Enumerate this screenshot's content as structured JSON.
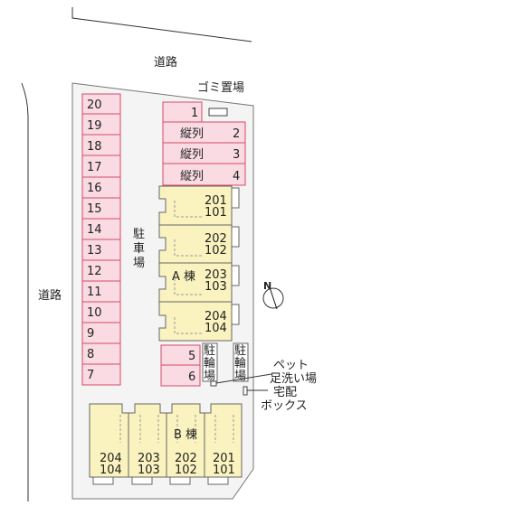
{
  "roads": {
    "top_label": "道路",
    "left_label": "道路"
  },
  "garbage_area": {
    "label": "ゴミ置場"
  },
  "parking": {
    "vertical_label": [
      "駐",
      "車",
      "場"
    ],
    "left_column": [
      "20",
      "19",
      "18",
      "17",
      "16",
      "15",
      "14",
      "13",
      "12",
      "11",
      "10",
      "9",
      "8",
      "7"
    ],
    "top_spaces": [
      {
        "text": "",
        "num": "1"
      },
      {
        "text": "縦列",
        "num": "2"
      },
      {
        "text": "縦列",
        "num": "3"
      },
      {
        "text": "縦列",
        "num": "4"
      }
    ],
    "lower_spaces": [
      "5",
      "6"
    ]
  },
  "building_a": {
    "name": "A 棟",
    "units": [
      {
        "top": "201",
        "bottom": "101"
      },
      {
        "top": "202",
        "bottom": "102"
      },
      {
        "top": "203",
        "bottom": "103"
      },
      {
        "top": "204",
        "bottom": "104"
      }
    ]
  },
  "building_b": {
    "name": "B 棟",
    "units": [
      {
        "top": "204",
        "bottom": "104"
      },
      {
        "top": "203",
        "bottom": "103"
      },
      {
        "top": "202",
        "bottom": "102"
      },
      {
        "top": "201",
        "bottom": "101"
      }
    ]
  },
  "bicycle_parking": {
    "chars": [
      "駐",
      "輪",
      "場"
    ]
  },
  "pet_wash": {
    "line1": "ペット",
    "line2": "足洗い場"
  },
  "delivery_box": {
    "line1": "宅配",
    "line2": "ボックス"
  },
  "compass": {
    "label": "N"
  },
  "colors": {
    "parking_fill": "#fadbe3",
    "parking_stroke": "#d64a6a",
    "building_fill": "#faf3bf",
    "lot_fill": "#f4f4f4",
    "outline": "#777777"
  }
}
